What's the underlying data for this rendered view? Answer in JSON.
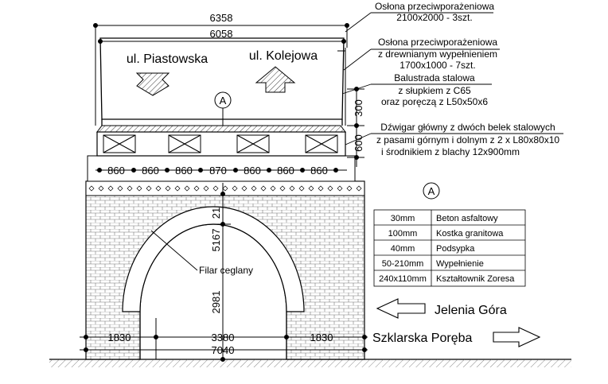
{
  "dimensions": {
    "top_overall": "6358",
    "top_inner": "6058",
    "height_railing": "300",
    "height_girder": "600",
    "spans": [
      "860",
      "860",
      "860",
      "870",
      "860",
      "860",
      "860"
    ],
    "pier_height": "5167",
    "arch_height": "2981",
    "base_left": "1830",
    "base_mid": "3380",
    "base_right": "1830",
    "base_total": "7040",
    "small_dim": "21"
  },
  "signs": {
    "left": "ul. Piastowska",
    "right": "ul. Kolejowa"
  },
  "section_marker": "A",
  "annotations": {
    "oslona1_line1": "Osłona przeciwporażeniowa",
    "oslona1_line2": "2100x2000 - 3szt.",
    "oslona2_line1": "Osłona przeciwporażeniowa",
    "oslona2_line2": "z drewnianym wypełnieniem",
    "oslona2_line3": "1700x1000 - 7szt.",
    "balustrada_line1": "Balustrada stalowa",
    "balustrada_line2": "z słupkiem z C65",
    "balustrada_line3": "oraz poręczą z L50x50x6",
    "dzwigar_line1": "Dźwigar główny z dwóch belek stalowych",
    "dzwigar_line2": "z pasami górnym i dolnym z 2 x L80x80x10",
    "dzwigar_line3": "i środnikiem z blachy 12x900mm",
    "filar": "Filar ceglany"
  },
  "layers_table": {
    "marker": "A",
    "rows": [
      {
        "thickness": "30mm",
        "material": "Beton asfaltowy"
      },
      {
        "thickness": "100mm",
        "material": "Kostka granitowa"
      },
      {
        "thickness": "40mm",
        "material": "Podsypka"
      },
      {
        "thickness": "50-210mm",
        "material": "Wypełnienie"
      },
      {
        "thickness": "240x110mm",
        "material": "Kształtownik Zoresa"
      }
    ]
  },
  "directions": {
    "left": "Jelenia Góra",
    "right": "Szklarska Poręba"
  }
}
